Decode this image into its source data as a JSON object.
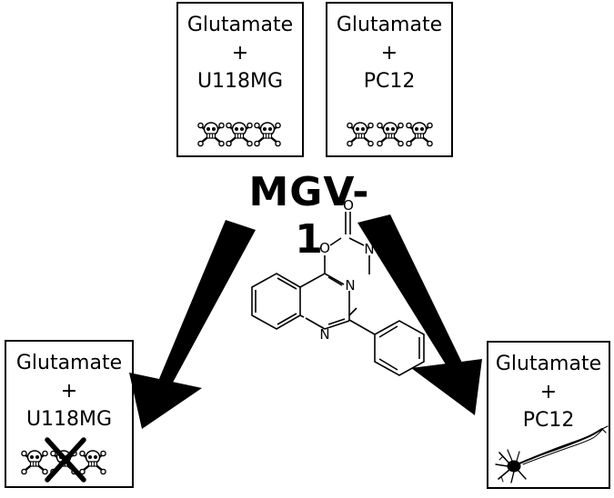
{
  "compound_name": "MGV-1",
  "boxes": {
    "top_left": {
      "line1": "Glutamate",
      "line2": "+",
      "line3": "U118MG",
      "outcome": "cell death"
    },
    "top_right": {
      "line1": "Glutamate",
      "line2": "+",
      "line3": "PC12",
      "outcome": "cell death"
    },
    "bottom_left": {
      "line1": "Glutamate",
      "line2": "+",
      "line3": "U118MG",
      "outcome": "death prevented"
    },
    "bottom_right": {
      "line1": "Glutamate",
      "line2": "+",
      "line3": "PC12",
      "outcome": "neurite outgrowth"
    }
  },
  "structure_atoms": [
    "O",
    "O",
    "N",
    "N",
    "N"
  ],
  "icons": [
    "skull-crossbones-icon",
    "cross-mark-icon",
    "neuron-icon",
    "arrow-icon"
  ],
  "colors": {
    "ink": "#000000",
    "background": "#ffffff"
  }
}
